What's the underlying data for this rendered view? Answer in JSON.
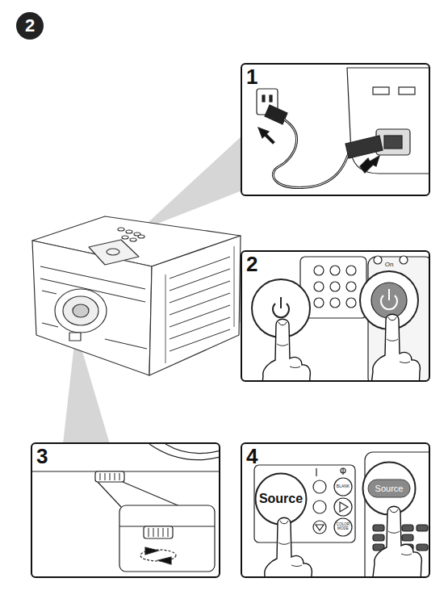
{
  "diagram": {
    "nodes": [
      {
        "text": [
          "1"
        ]
      },
      {
        "text": [
          "2"
        ]
      },
      {
        "text": [
          "3"
        ]
      },
      {
        "text": [
          "4"
        ]
      },
      {
        "text": [
          "Source"
        ],
        "in": 3
      },
      {
        "text": [
          "Source"
        ],
        "in": 3
      }
    ],
    "labels": [
      "2",
      "On",
      "BLANK",
      "COLOR MODE"
    ]
  }
}
